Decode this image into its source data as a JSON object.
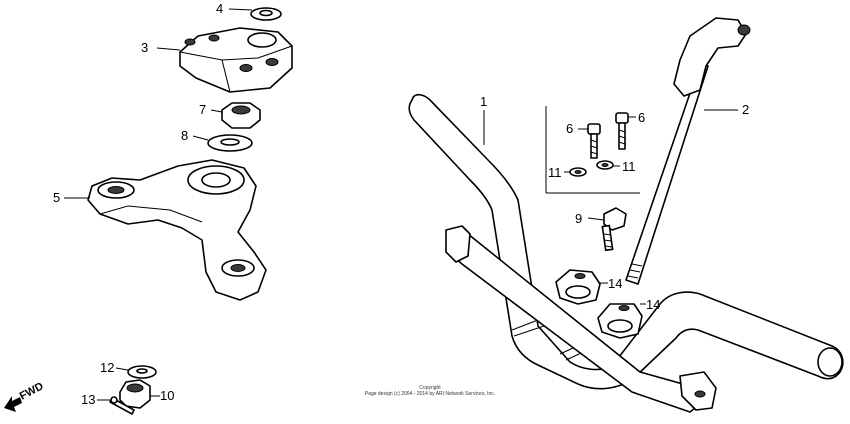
{
  "callouts": {
    "c1": "1",
    "c2": "2",
    "c3": "3",
    "c4": "4",
    "c5": "5",
    "c6a": "6",
    "c6b": "6",
    "c7": "7",
    "c8": "8",
    "c9": "9",
    "c10": "10",
    "c11a": "11",
    "c11b": "11",
    "c12": "12",
    "c13": "13",
    "c14a": "14",
    "c14b": "14"
  },
  "direction_label": "FWD",
  "copyright": {
    "line1": "Copyright",
    "line2": "Page design (c) 2004 - 2014 by ARI Network Services, Inc."
  }
}
